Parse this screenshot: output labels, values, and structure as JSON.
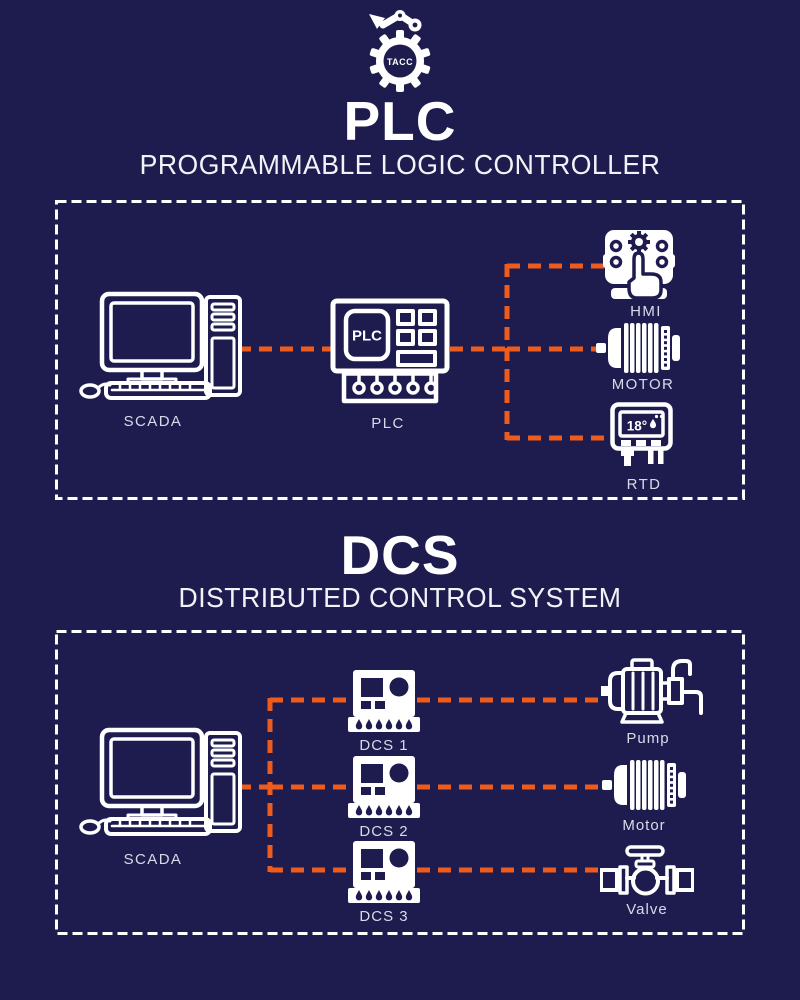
{
  "logo": {
    "text": "TACC"
  },
  "colors": {
    "background": "#1e1c4f",
    "accent_orange": "#ed5c1c",
    "line_white": "#ffffff",
    "label_text": "#d9dae8"
  },
  "plc_section": {
    "title": "PLC",
    "subtitle": "PROGRAMMABLE LOGIC CONTROLLER",
    "scada_label": "SCADA",
    "controller_label": "PLC",
    "controller_screen_text": "PLC",
    "rtd_display": "18°",
    "devices": [
      {
        "label": "HMI"
      },
      {
        "label": "MOTOR"
      },
      {
        "label": "RTD"
      }
    ]
  },
  "dcs_section": {
    "title": "DCS",
    "subtitle": "DISTRIBUTED CONTROL SYSTEM",
    "scada_label": "SCADA",
    "controllers": [
      {
        "label": "DCS 1"
      },
      {
        "label": "DCS 2"
      },
      {
        "label": "DCS 3"
      }
    ],
    "devices": [
      {
        "label": "Pump"
      },
      {
        "label": "Motor"
      },
      {
        "label": "Valve"
      }
    ]
  }
}
